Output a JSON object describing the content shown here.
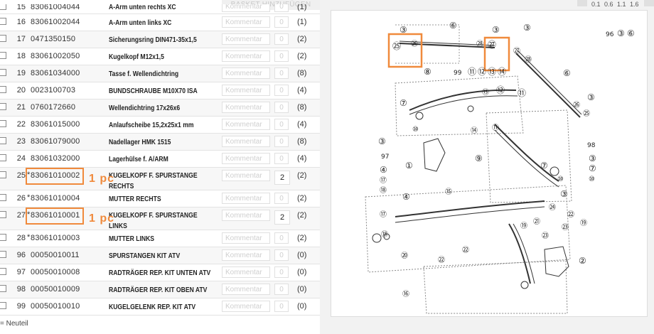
{
  "basket_button": "BASKET HINZUFÜGEN",
  "comment_placeholder": "Kommentar",
  "footnote": "= Neuteil",
  "highlight_note": "1 pc",
  "rows": [
    {
      "pos": "15",
      "star": "",
      "part": "83061004044",
      "desc": "A-Arm unten rechts XC",
      "qty": "0",
      "default": "(1)"
    },
    {
      "pos": "16",
      "star": "",
      "part": "83061002044",
      "desc": "A-Arm unten links XC",
      "qty": "0",
      "default": "(1)"
    },
    {
      "pos": "17",
      "star": "",
      "part": "0471350150",
      "desc": "Sicherungsring DIN471-35x1,5",
      "qty": "0",
      "default": "(2)"
    },
    {
      "pos": "18",
      "star": "",
      "part": "83061002050",
      "desc": "Kugelkopf M12x1,5",
      "qty": "0",
      "default": "(2)"
    },
    {
      "pos": "19",
      "star": "",
      "part": "83061034000",
      "desc": "Tasse f. Wellendichtring",
      "qty": "0",
      "default": "(8)"
    },
    {
      "pos": "20",
      "star": "",
      "part": "0023100703",
      "desc": "BUNDSCHRAUBE M10X70 ISA",
      "qty": "0",
      "default": "(4)"
    },
    {
      "pos": "21",
      "star": "",
      "part": "0760172660",
      "desc": "Wellendichtring 17x26x6",
      "qty": "0",
      "default": "(8)"
    },
    {
      "pos": "22",
      "star": "",
      "part": "83061015000",
      "desc": "Anlaufscheibe 15,2x25x1 mm",
      "qty": "0",
      "default": "(4)"
    },
    {
      "pos": "23",
      "star": "",
      "part": "83061079000",
      "desc": "Nadellager HMK 1515",
      "qty": "0",
      "default": "(8)"
    },
    {
      "pos": "24",
      "star": "",
      "part": "83061032000",
      "desc": "Lagerhülse f. A/ARM",
      "qty": "0",
      "default": "(4)"
    },
    {
      "pos": "25",
      "star": "*",
      "part": "83061010002",
      "desc": "KUGELKOPF F. SPURSTANGE RECHTS",
      "qty": "2",
      "default": "(2)"
    },
    {
      "pos": "26",
      "star": "*",
      "part": "83061010004",
      "desc": "MUTTER RECHTS",
      "qty": "0",
      "default": "(2)"
    },
    {
      "pos": "27",
      "star": "*",
      "part": "83061010001",
      "desc": "KUGELKOPF F. SPURSTANGE LINKS",
      "qty": "2",
      "default": "(2)"
    },
    {
      "pos": "28",
      "star": "*",
      "part": "83061010003",
      "desc": "MUTTER LINKS",
      "qty": "0",
      "default": "(2)"
    },
    {
      "pos": "96",
      "star": "",
      "part": "00050010011",
      "desc": "SPURSTANGEN KIT ATV",
      "qty": "0",
      "default": "(0)"
    },
    {
      "pos": "97",
      "star": "",
      "part": "00050010008",
      "desc": "RADTRÄGER REP. KIT UNTEN ATV",
      "qty": "0",
      "default": "(0)"
    },
    {
      "pos": "98",
      "star": "",
      "part": "00050010009",
      "desc": "RADTRÄGER REP. KIT OBEN ATV",
      "qty": "0",
      "default": "(0)"
    },
    {
      "pos": "99",
      "star": "",
      "part": "00050010010",
      "desc": "KUGELGELENK REP. KIT ATV",
      "qty": "0",
      "default": "(0)"
    }
  ],
  "zoom_scale": [
    "0.1",
    "0.6",
    "1.1",
    "1.6"
  ],
  "diagram_labels": {
    "c1": "①",
    "c2": "②",
    "c3": "③",
    "c4": "④",
    "c6": "⑥",
    "c7": "⑦",
    "c8": "⑧",
    "c9": "⑨",
    "c10": "⑩",
    "c11": "⑪",
    "c12": "⑫",
    "c13": "⑬",
    "c14": "⑭",
    "c15": "⑮",
    "c16": "⑯",
    "c17": "⑰",
    "c18": "⑱",
    "c19": "⑲",
    "c20": "⑳",
    "c21": "㉑",
    "c22": "㉒",
    "c23": "㉓",
    "c24": "㉔",
    "c25": "㉕",
    "c26": "㉖",
    "c27": "㉗",
    "c28": "㉘",
    "c96": "96",
    "c97": "97",
    "c98": "98",
    "c99": "99"
  },
  "colors": {
    "highlight": "#f08a3c"
  }
}
